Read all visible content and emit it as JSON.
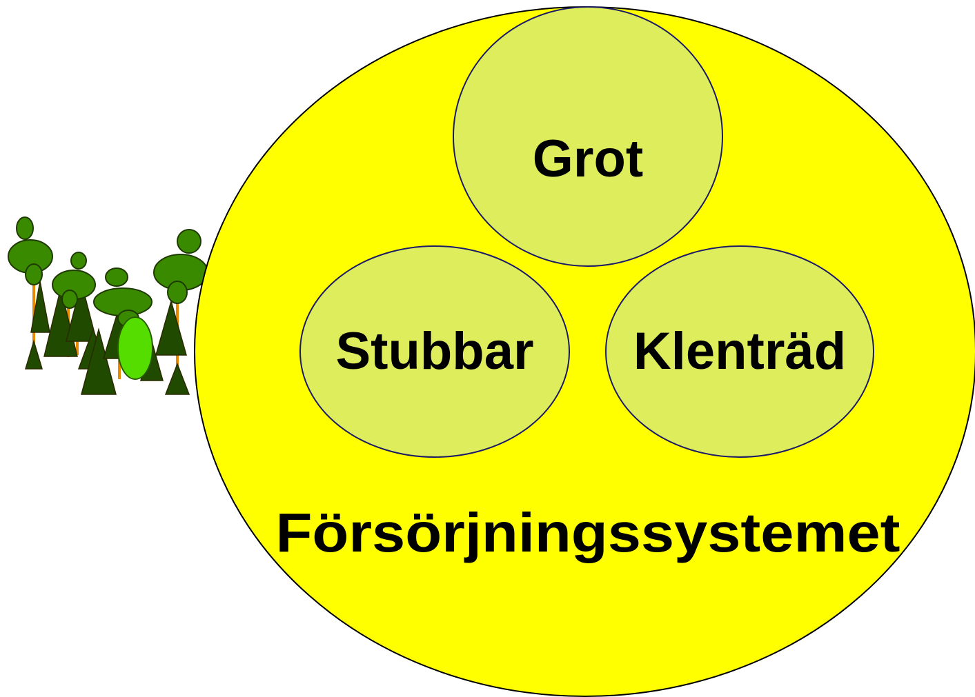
{
  "diagram": {
    "outer_label": "Försörjningssystemet",
    "inner_labels": {
      "top": "Grot",
      "left": "Stubbar",
      "right": "Klenträd"
    }
  },
  "colors": {
    "outer_fill": "#ffff00",
    "inner_fill": "#deed5c",
    "inner_stroke": "#1a1a66",
    "tree_crown": "#3a8a00",
    "tree_crown_light": "#55dd00",
    "conifer": "#1f4a00",
    "trunk": "#e88a00"
  },
  "icons": [
    "forest-illustration"
  ]
}
